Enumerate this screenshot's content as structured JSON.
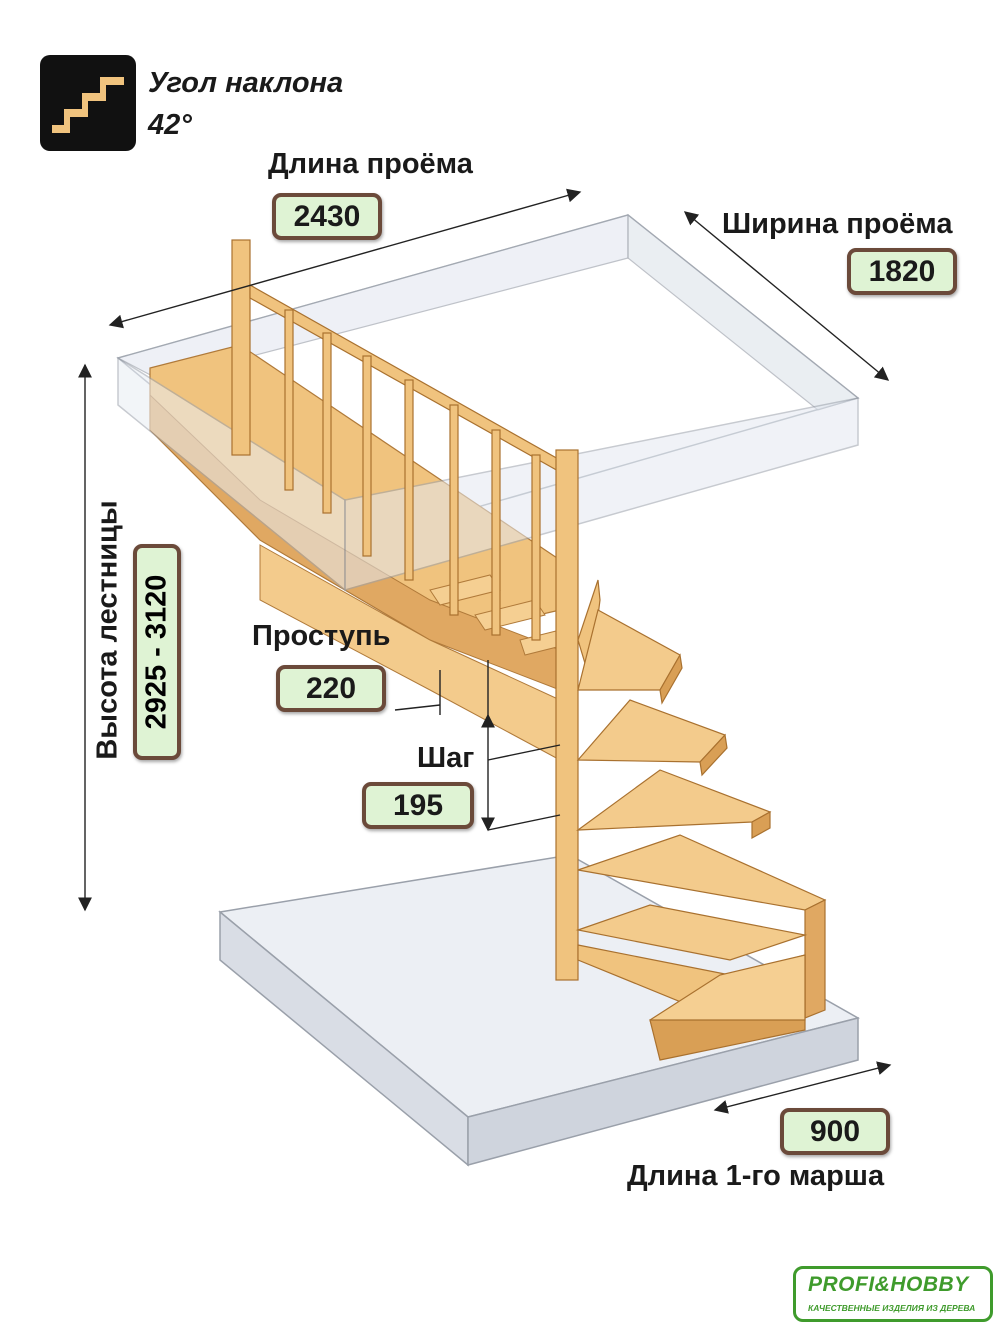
{
  "angle": {
    "label": "Угол наклона",
    "value": "42°",
    "icon": "stairs-icon"
  },
  "dimensions": {
    "opening_length": {
      "label": "Длина проёма",
      "value": "2430"
    },
    "opening_width": {
      "label": "Ширина проёма",
      "value": "1820"
    },
    "stair_height": {
      "label": "Высота лестницы",
      "value": "2925 - 3120"
    },
    "tread": {
      "label": "Проступь",
      "value": "220"
    },
    "step": {
      "label": "Шаг",
      "value": "195"
    },
    "first_flight_length": {
      "label": "Длина 1-го марша",
      "value": "900"
    }
  },
  "logo": {
    "brand": "PROFI&HOBBY",
    "tagline": "КАЧЕСТВЕННЫЕ ИЗДЕЛИЯ ИЗ ДЕРЕВА"
  },
  "colors": {
    "wood": "#f0c37e",
    "wood_dark": "#c98f46",
    "glass": "#e6ebf2",
    "accent_box": "#dff3d4",
    "box_border": "#6b4a3a",
    "logo_green": "#3f9b2c"
  }
}
